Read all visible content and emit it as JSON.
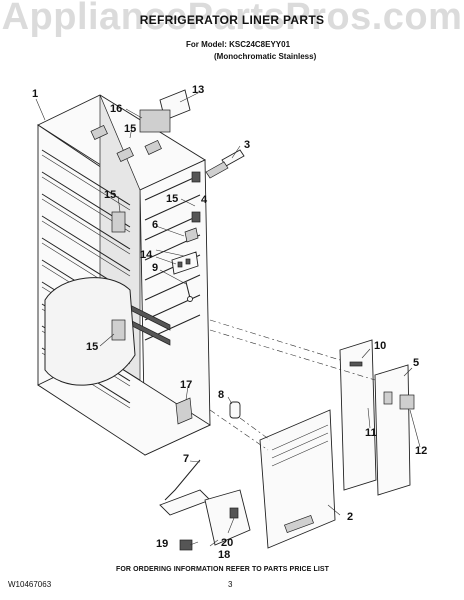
{
  "watermark": "AppliancePartsPros.com",
  "header": {
    "title": "REFRIGERATOR LINER PARTS",
    "model_line": "For Model: KSC24C8EYY01",
    "variant_line": "(Monochromatic Stainless)"
  },
  "callouts": {
    "c1": "1",
    "c2": "2",
    "c3": "3",
    "c4": "4",
    "c5": "5",
    "c6": "6",
    "c7": "7",
    "c8": "8",
    "c9": "9",
    "c10": "10",
    "c11": "11",
    "c12": "12",
    "c13": "13",
    "c14": "14",
    "c15a": "15",
    "c15b": "15",
    "c15c": "15",
    "c15d": "15",
    "c16": "16",
    "c17": "17",
    "c18": "18",
    "c19": "19",
    "c20": "20"
  },
  "footer": {
    "ordering": "FOR ORDERING INFORMATION REFER TO PARTS PRICE LIST",
    "doc_number": "W10467063",
    "page_number": "3"
  }
}
